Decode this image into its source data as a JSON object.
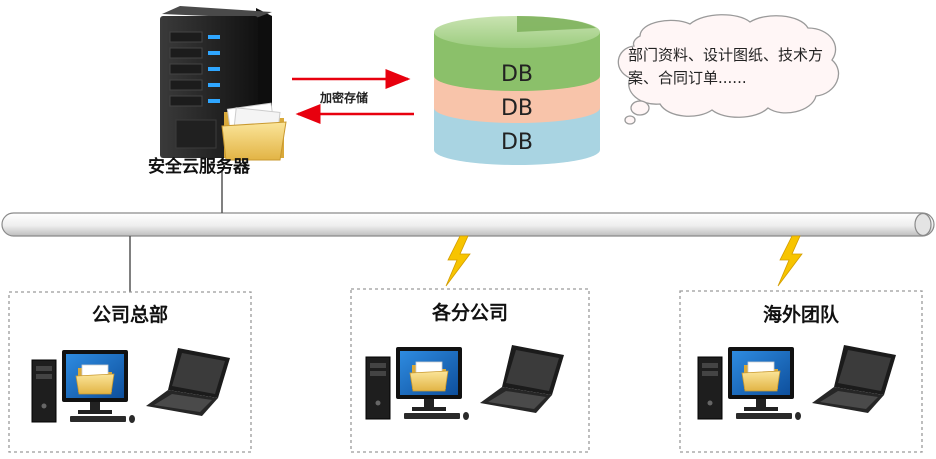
{
  "server": {
    "label": "安全云服务器"
  },
  "storage": {
    "arrow_label": "加密存储",
    "layers": [
      {
        "label": "DB",
        "color": "#8bc06a"
      },
      {
        "label": "DB",
        "color": "#f8c4aa"
      },
      {
        "label": "DB",
        "color": "#a9d4e2"
      }
    ]
  },
  "callout": {
    "text": "部门资料、设计图纸、技术方案、合同订单......"
  },
  "groups": [
    {
      "title": "公司总部",
      "link": "wired"
    },
    {
      "title": "各分公司",
      "link": "wireless"
    },
    {
      "title": "海外团队",
      "link": "wireless"
    }
  ],
  "colors": {
    "arrow": "#e8000e",
    "lightning": "#f7c400",
    "server_led": "#2fa6ff",
    "monitor_screen": "#1a72c8",
    "folder": "#f2d06b"
  }
}
